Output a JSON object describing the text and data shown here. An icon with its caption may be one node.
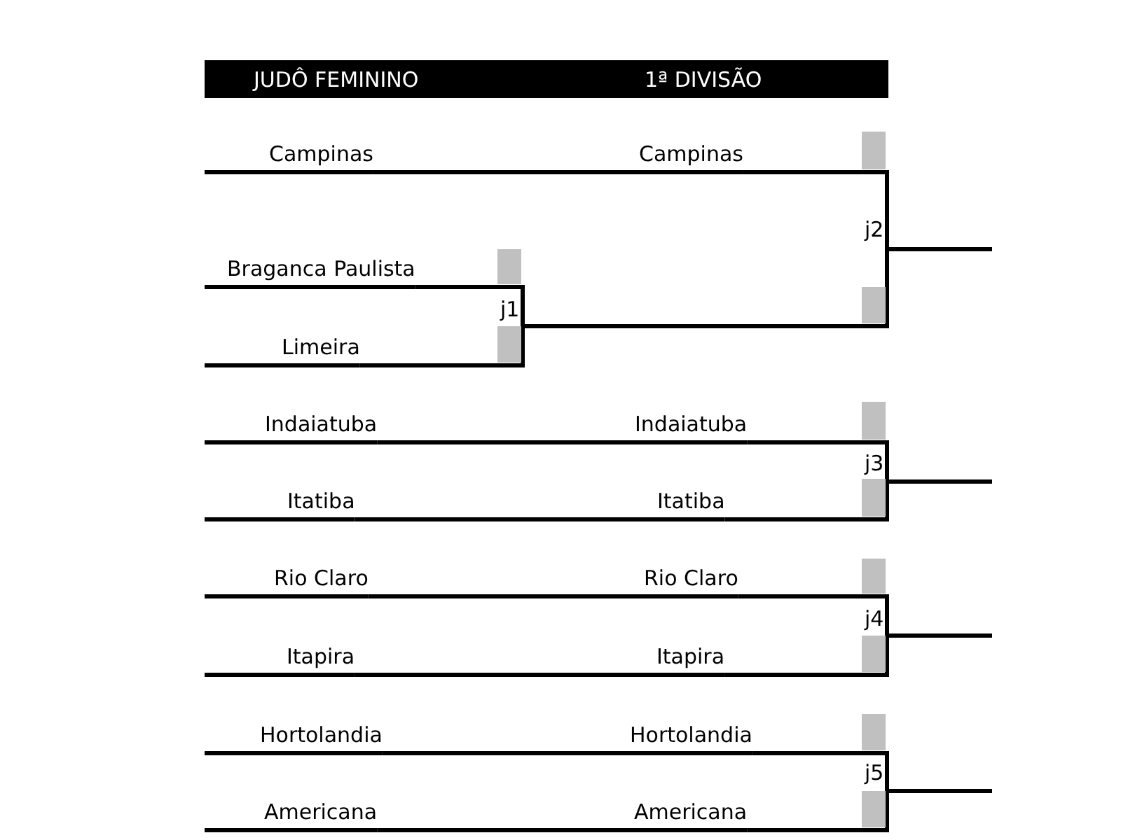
{
  "diagram": {
    "nodes": [
      {
        "text": [
          "JUDÔ FEMININO",
          "1ª DIVISÃO"
        ]
      },
      {
        "text": [
          "Campinas"
        ]
      },
      {
        "text": [
          "Campinas"
        ]
      },
      {
        "text": [
          "j2"
        ]
      },
      {
        "text": [
          "Braganca Paulista"
        ]
      },
      {
        "text": [
          "j1"
        ]
      },
      {
        "text": [
          "Limeira"
        ]
      },
      {
        "text": [
          "Indaiatuba"
        ]
      },
      {
        "text": [
          "Indaiatuba"
        ]
      },
      {
        "text": [
          "j3"
        ]
      },
      {
        "text": [
          "Itatiba"
        ]
      },
      {
        "text": [
          "Itatiba"
        ]
      },
      {
        "text": [
          "Rio Claro"
        ]
      },
      {
        "text": [
          "Rio Claro"
        ]
      },
      {
        "text": [
          "j4"
        ]
      },
      {
        "text": [
          "Itapira"
        ]
      },
      {
        "text": [
          "Itapira"
        ]
      },
      {
        "text": [
          "Hortolandia"
        ]
      },
      {
        "text": [
          "Hortolandia"
        ]
      },
      {
        "text": [
          "j5"
        ]
      },
      {
        "text": [
          "Americana"
        ]
      },
      {
        "text": [
          "Americana"
        ]
      }
    ],
    "edges": [
      {
        "from": 1,
        "to": 2,
        "arrow": "none"
      },
      {
        "from": 2,
        "to": 3,
        "arrow": "none"
      },
      {
        "from": 4,
        "to": 5,
        "arrow": "none"
      },
      {
        "from": 6,
        "to": 5,
        "arrow": "none"
      },
      {
        "from": 5,
        "to": 3,
        "arrow": "none"
      },
      {
        "from": 3,
        "to": null,
        "arrow": "none"
      },
      {
        "from": 7,
        "to": 8,
        "arrow": "none"
      },
      {
        "from": 8,
        "to": 9,
        "arrow": "none"
      },
      {
        "from": 10,
        "to": 11,
        "arrow": "none"
      },
      {
        "from": 11,
        "to": 9,
        "arrow": "none"
      },
      {
        "from": 9,
        "to": null,
        "arrow": "none"
      },
      {
        "from": 12,
        "to": 13,
        "arrow": "none"
      },
      {
        "from": 13,
        "to": 14,
        "arrow": "none"
      },
      {
        "from": 15,
        "to": 16,
        "arrow": "none"
      },
      {
        "from": 16,
        "to": 14,
        "arrow": "none"
      },
      {
        "from": 14,
        "to": null,
        "arrow": "none"
      },
      {
        "from": 17,
        "to": 18,
        "arrow": "none"
      },
      {
        "from": 18,
        "to": 19,
        "arrow": "none"
      },
      {
        "from": 20,
        "to": 21,
        "arrow": "none"
      },
      {
        "from": 21,
        "to": 19,
        "arrow": "none"
      },
      {
        "from": 19,
        "to": null,
        "arrow": "none"
      }
    ]
  }
}
